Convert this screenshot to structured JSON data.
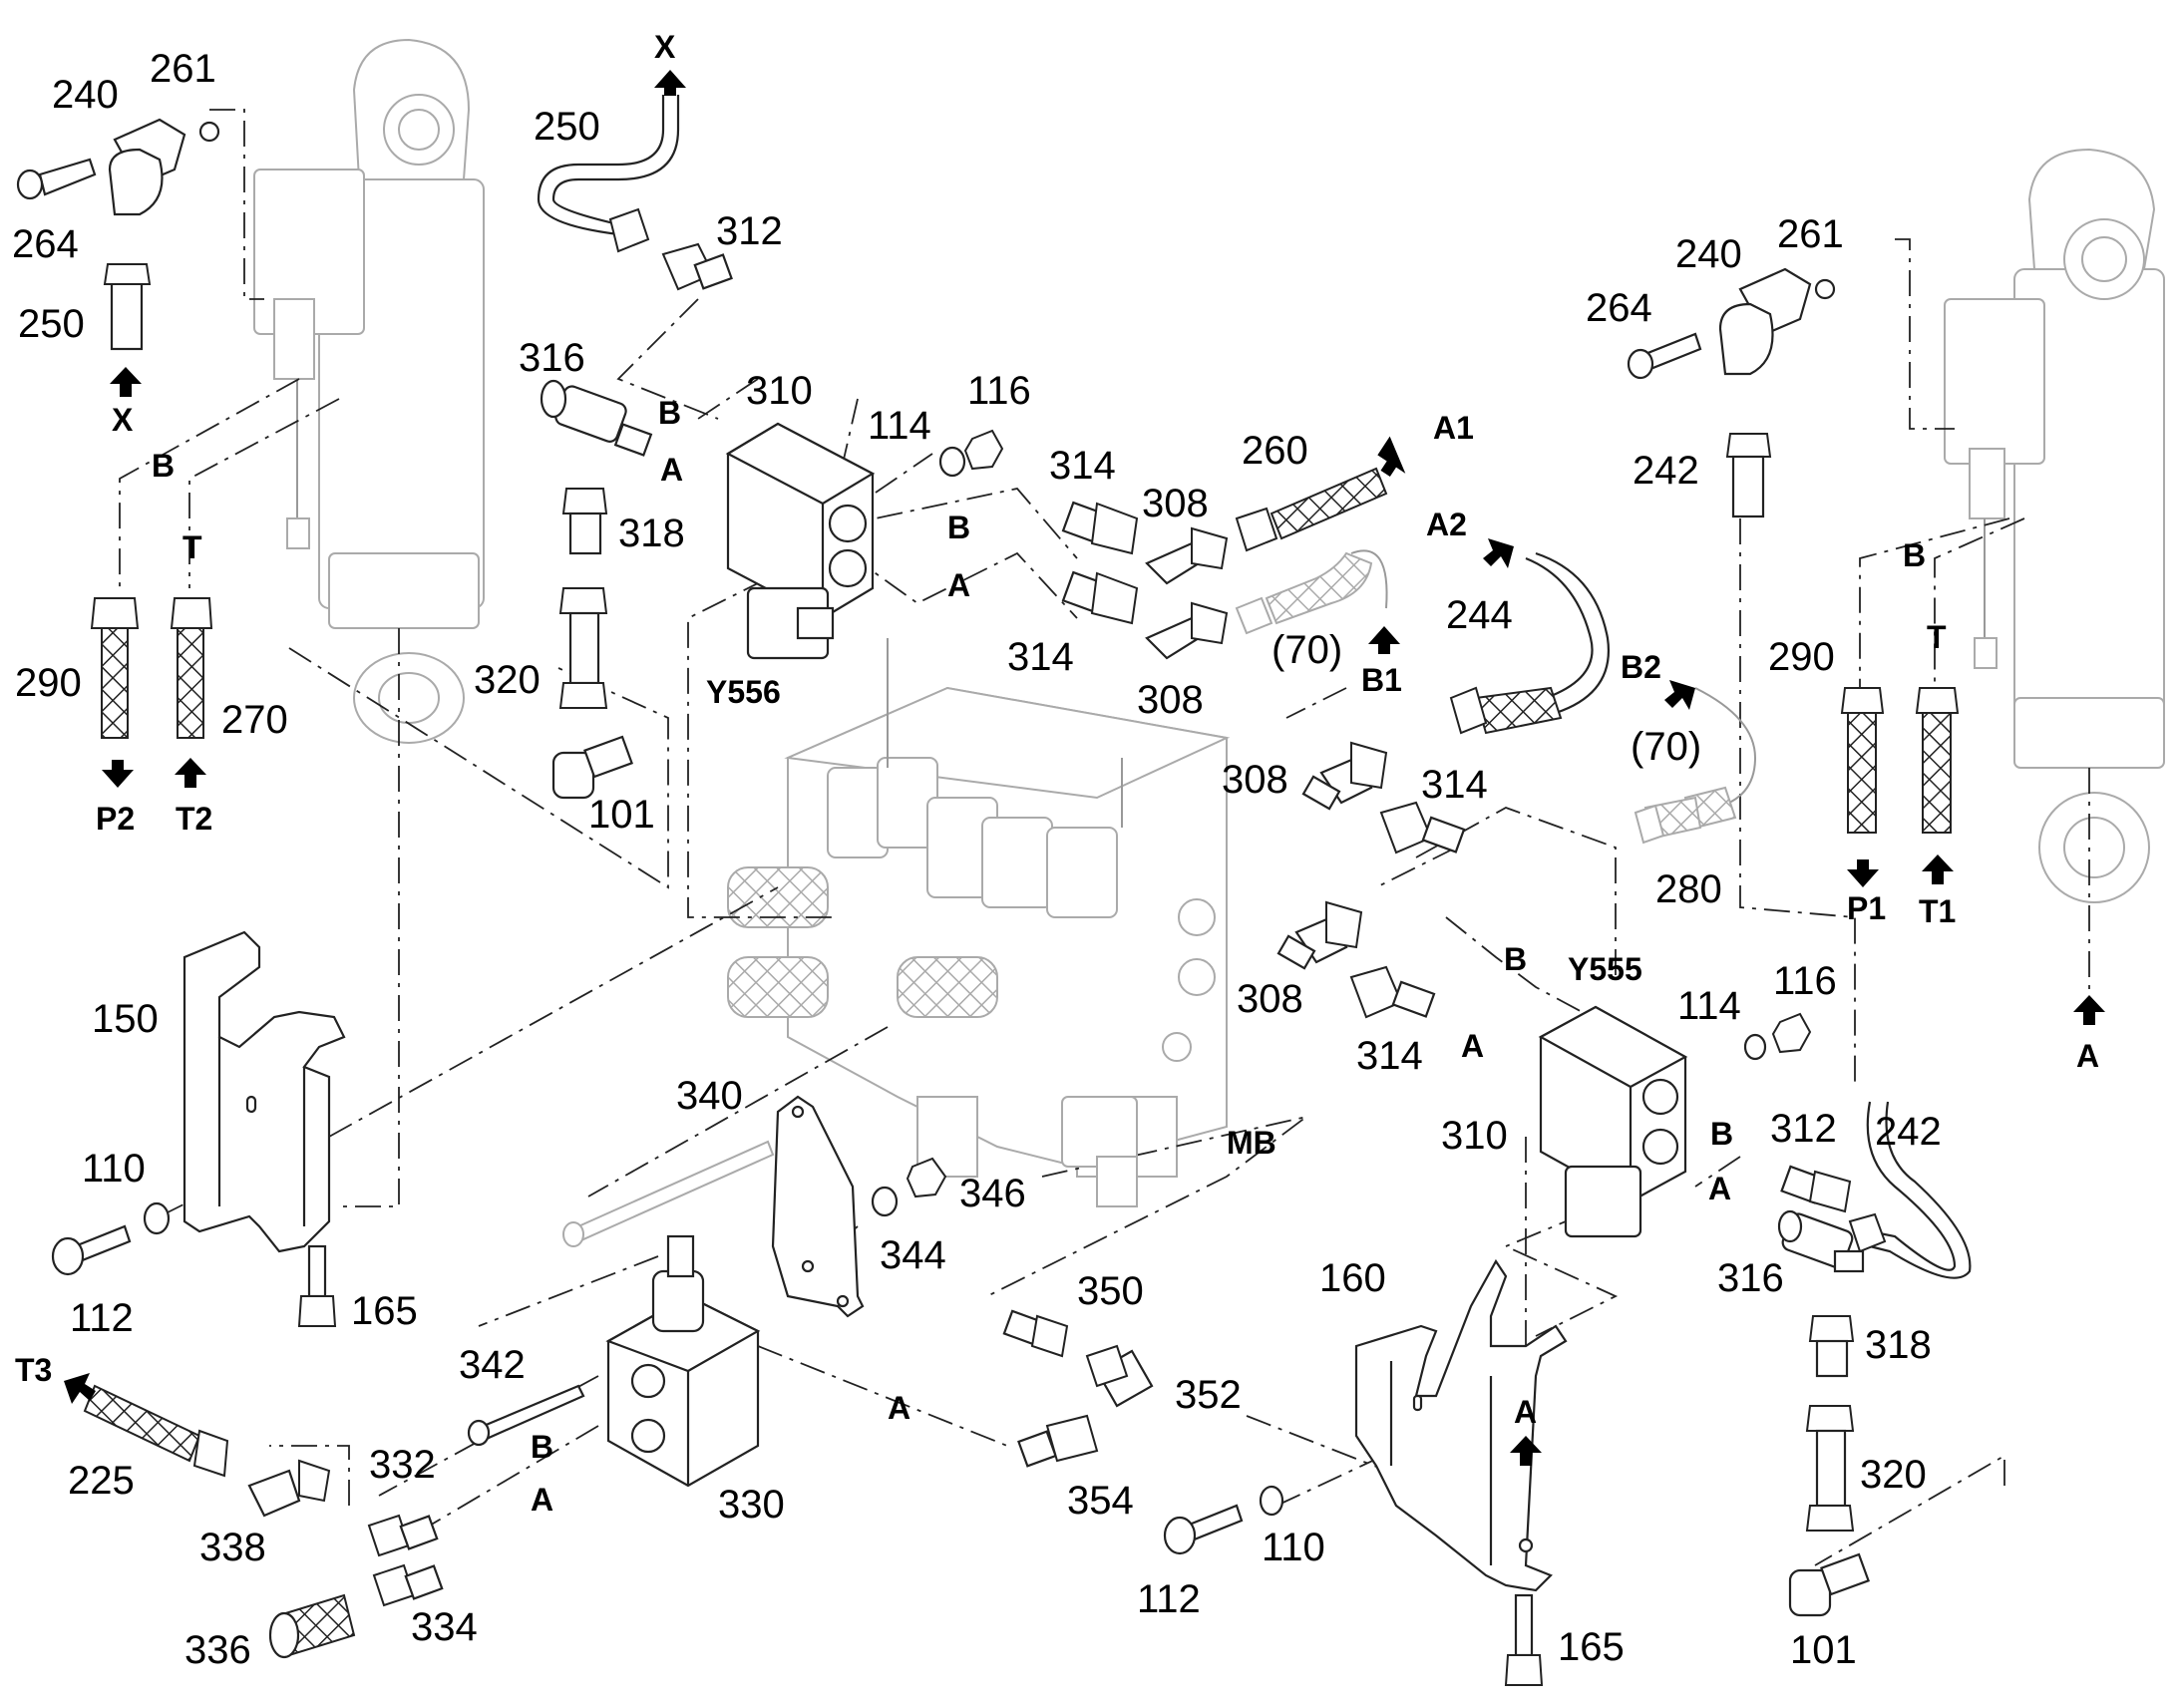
{
  "callouts": {
    "c240_l": "240",
    "c261_l": "261",
    "c264_l": "264",
    "c250_l": "250",
    "cX_l": "X",
    "c250_top": "250",
    "cX_top": "X",
    "c312_top": "312",
    "c316_l": "316",
    "c310_l": "310",
    "c116_l": "116",
    "c114_l": "114",
    "c318_l": "318",
    "c320_l": "320",
    "c101_l": "101",
    "c314_a": "314",
    "c308_a": "308",
    "c314_b": "314",
    "c308_b": "308",
    "c260": "260",
    "cA1": "A1",
    "cA2": "A2",
    "c244": "244",
    "c70_a": "(70)",
    "cB1": "B1",
    "cY556": "Y556",
    "c290_l": "290",
    "c270": "270",
    "cP2": "P2",
    "cT2": "T2",
    "cB_left": "B",
    "cT_left": "T",
    "cB_310l": "B",
    "cA_310l": "A",
    "cB_314a": "B",
    "cA_314b": "A",
    "c150": "150",
    "c110_l": "110",
    "c112_l": "112",
    "c165_l": "165",
    "c240_r": "240",
    "c261_r": "261",
    "c264_r": "264",
    "c242_top": "242",
    "cB_right": "B",
    "cT_right": "T",
    "c290_r": "290",
    "cP1": "P1",
    "cT1": "T1",
    "c280": "280",
    "cA_right": "A",
    "cB2": "B2",
    "c70_b": "(70)",
    "c308_c": "308",
    "c314_c": "314",
    "c308_d": "308",
    "c314_d": "314",
    "cB_mid": "B",
    "cA_mid": "A",
    "cY555": "Y555",
    "c114_r": "114",
    "c116_r": "116",
    "c310_r": "310",
    "cB_310r": "B",
    "cA_310r": "A",
    "c312_r": "312",
    "c242_r": "242",
    "c316_r": "316",
    "c318_r": "318",
    "c320_r": "320",
    "c101_r": "101",
    "c340": "340",
    "c346": "346",
    "c344": "344",
    "cMB": "MB",
    "c342": "342",
    "c330": "330",
    "cB_330": "B",
    "cA_330": "A",
    "cA_354": "A",
    "c350": "350",
    "c352": "352",
    "c354": "354",
    "cT3": "T3",
    "c225": "225",
    "c338": "338",
    "c332": "332",
    "c334": "334",
    "c336": "336",
    "c160": "160",
    "cA_160": "A",
    "c110_r": "110",
    "c112_r": "112",
    "c165_r": "165"
  }
}
